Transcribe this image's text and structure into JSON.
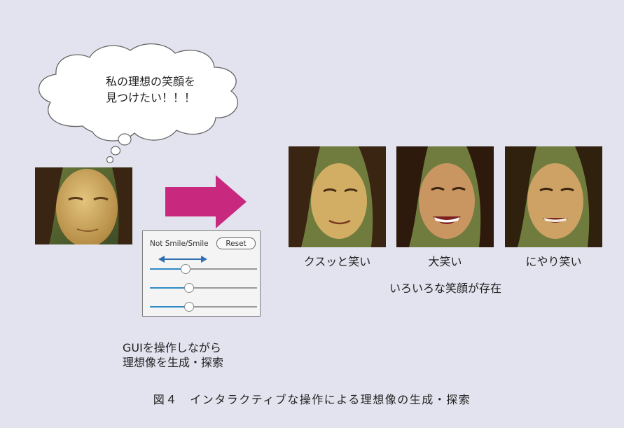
{
  "thought_bubble": {
    "line1": "私の理想の笑顔を",
    "line2": "見つけたい！！！"
  },
  "gui_panel": {
    "label": "Not Smile/Smile",
    "reset_label": "Reset",
    "sliders": [
      {
        "level": 0.33
      },
      {
        "level": 0.36
      },
      {
        "level": 0.36
      }
    ]
  },
  "gui_caption": {
    "line1": "GUIを操作しながら",
    "line2": "理想像を生成・探索"
  },
  "results": [
    {
      "label": "クスッと笑い"
    },
    {
      "label": "大笑い"
    },
    {
      "label": "にやり笑い"
    }
  ],
  "results_caption": "いろいろな笑顔が存在",
  "figure_caption": "図４　インタラクティブな操作による理想像の生成・探索",
  "colors": {
    "background": "#e2e3ee",
    "arrow": "#c8287e",
    "slider_active": "#2f8ac7",
    "direction_arrow": "#2f6fb0"
  }
}
